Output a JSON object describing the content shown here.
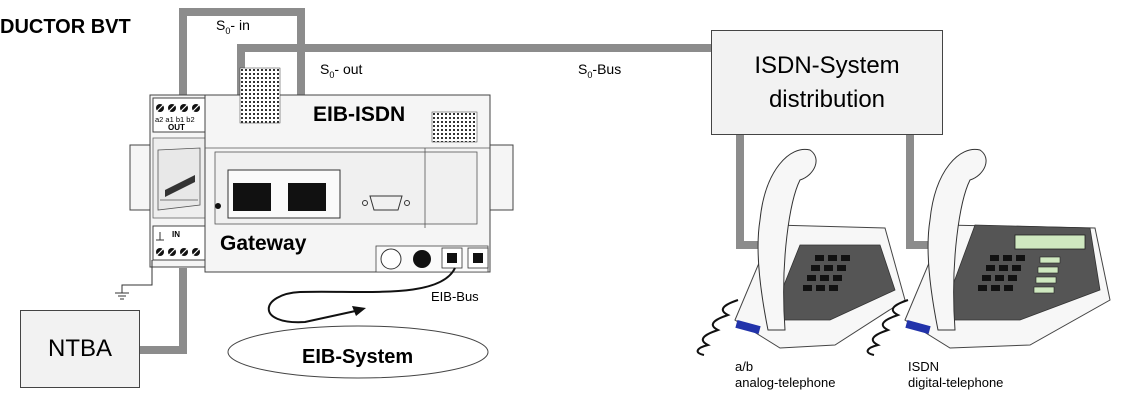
{
  "labels": {
    "conductor": "DUCTOR BVT",
    "s0_in": "in",
    "s0_out": "out",
    "s0_bus": "Bus",
    "s0_prefix": "S",
    "s0_sub": "0",
    "ports_out_terminals": "a2 a1 b1 b2",
    "out": "OUT",
    "in": "IN",
    "eib_isdn": "EIB-ISDN",
    "gateway": "Gateway",
    "eib_bus": "EIB-Bus",
    "eib_system": "EIB-System",
    "isdn_system_line1": "ISDN-System",
    "isdn_system_line2": "distribution",
    "ntba": "NTBA",
    "analog_line1": "a/b",
    "analog_line2": "analog-telephone",
    "digital_line1": "ISDN",
    "digital_line2": "digital-telephone"
  },
  "colors": {
    "cable": "#8c8c8c",
    "box_fill": "#f2f2f2",
    "device_fill": "#f5f5f5",
    "dark": "#111111",
    "phone_fill": "#f7f7f7",
    "display_green": "#cfe8c0",
    "blue_accent": "#2233aa"
  }
}
